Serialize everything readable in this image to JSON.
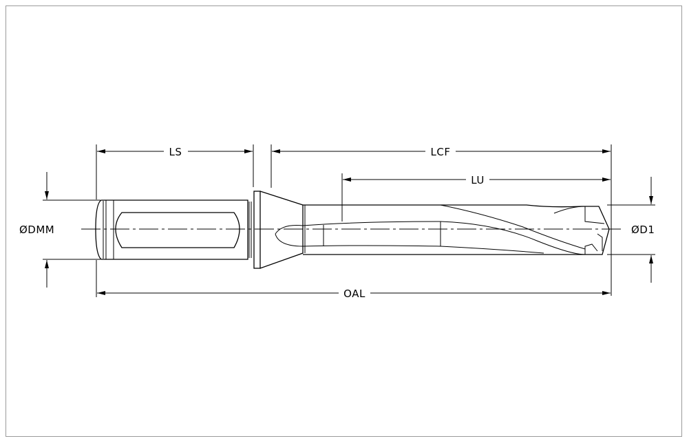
{
  "drawing": {
    "title": "Drill dimension diagram",
    "labels": {
      "ls": "LS",
      "lcf": "LCF",
      "lu": "LU",
      "oal": "OAL",
      "dmm": "ØDMM",
      "d1": "ØD1"
    }
  }
}
